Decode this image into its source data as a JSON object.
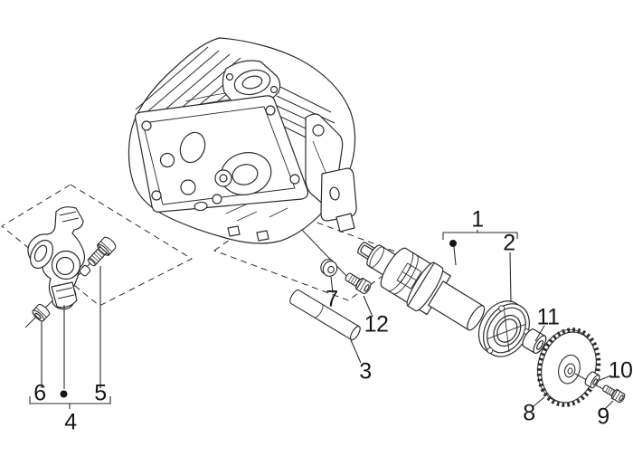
{
  "figure": {
    "kind": "exploded-parts-diagram",
    "subject": "cylinder-head-camshaft-rocker-assembly"
  },
  "colors": {
    "background": "#ffffff",
    "ink": "#2b2b2b",
    "label": "#161616"
  },
  "callouts": [
    {
      "label": "1",
      "part": "camshaft-assembly"
    },
    {
      "label": "2",
      "part": "ball-bearing"
    },
    {
      "label": "3",
      "part": "rocker-shaft-pin"
    },
    {
      "label": "4",
      "part": "rocker-arm-assembly"
    },
    {
      "label": "5",
      "part": "adjuster-screw"
    },
    {
      "label": "6",
      "part": "adjuster-nut"
    },
    {
      "label": "7",
      "part": "washer"
    },
    {
      "label": "8",
      "part": "timing-sprocket"
    },
    {
      "label": "9",
      "part": "sprocket-bolt"
    },
    {
      "label": "10",
      "part": "sprocket-washer"
    },
    {
      "label": "11",
      "part": "spacer-bushing"
    },
    {
      "label": "12",
      "part": "flange-screw"
    }
  ]
}
